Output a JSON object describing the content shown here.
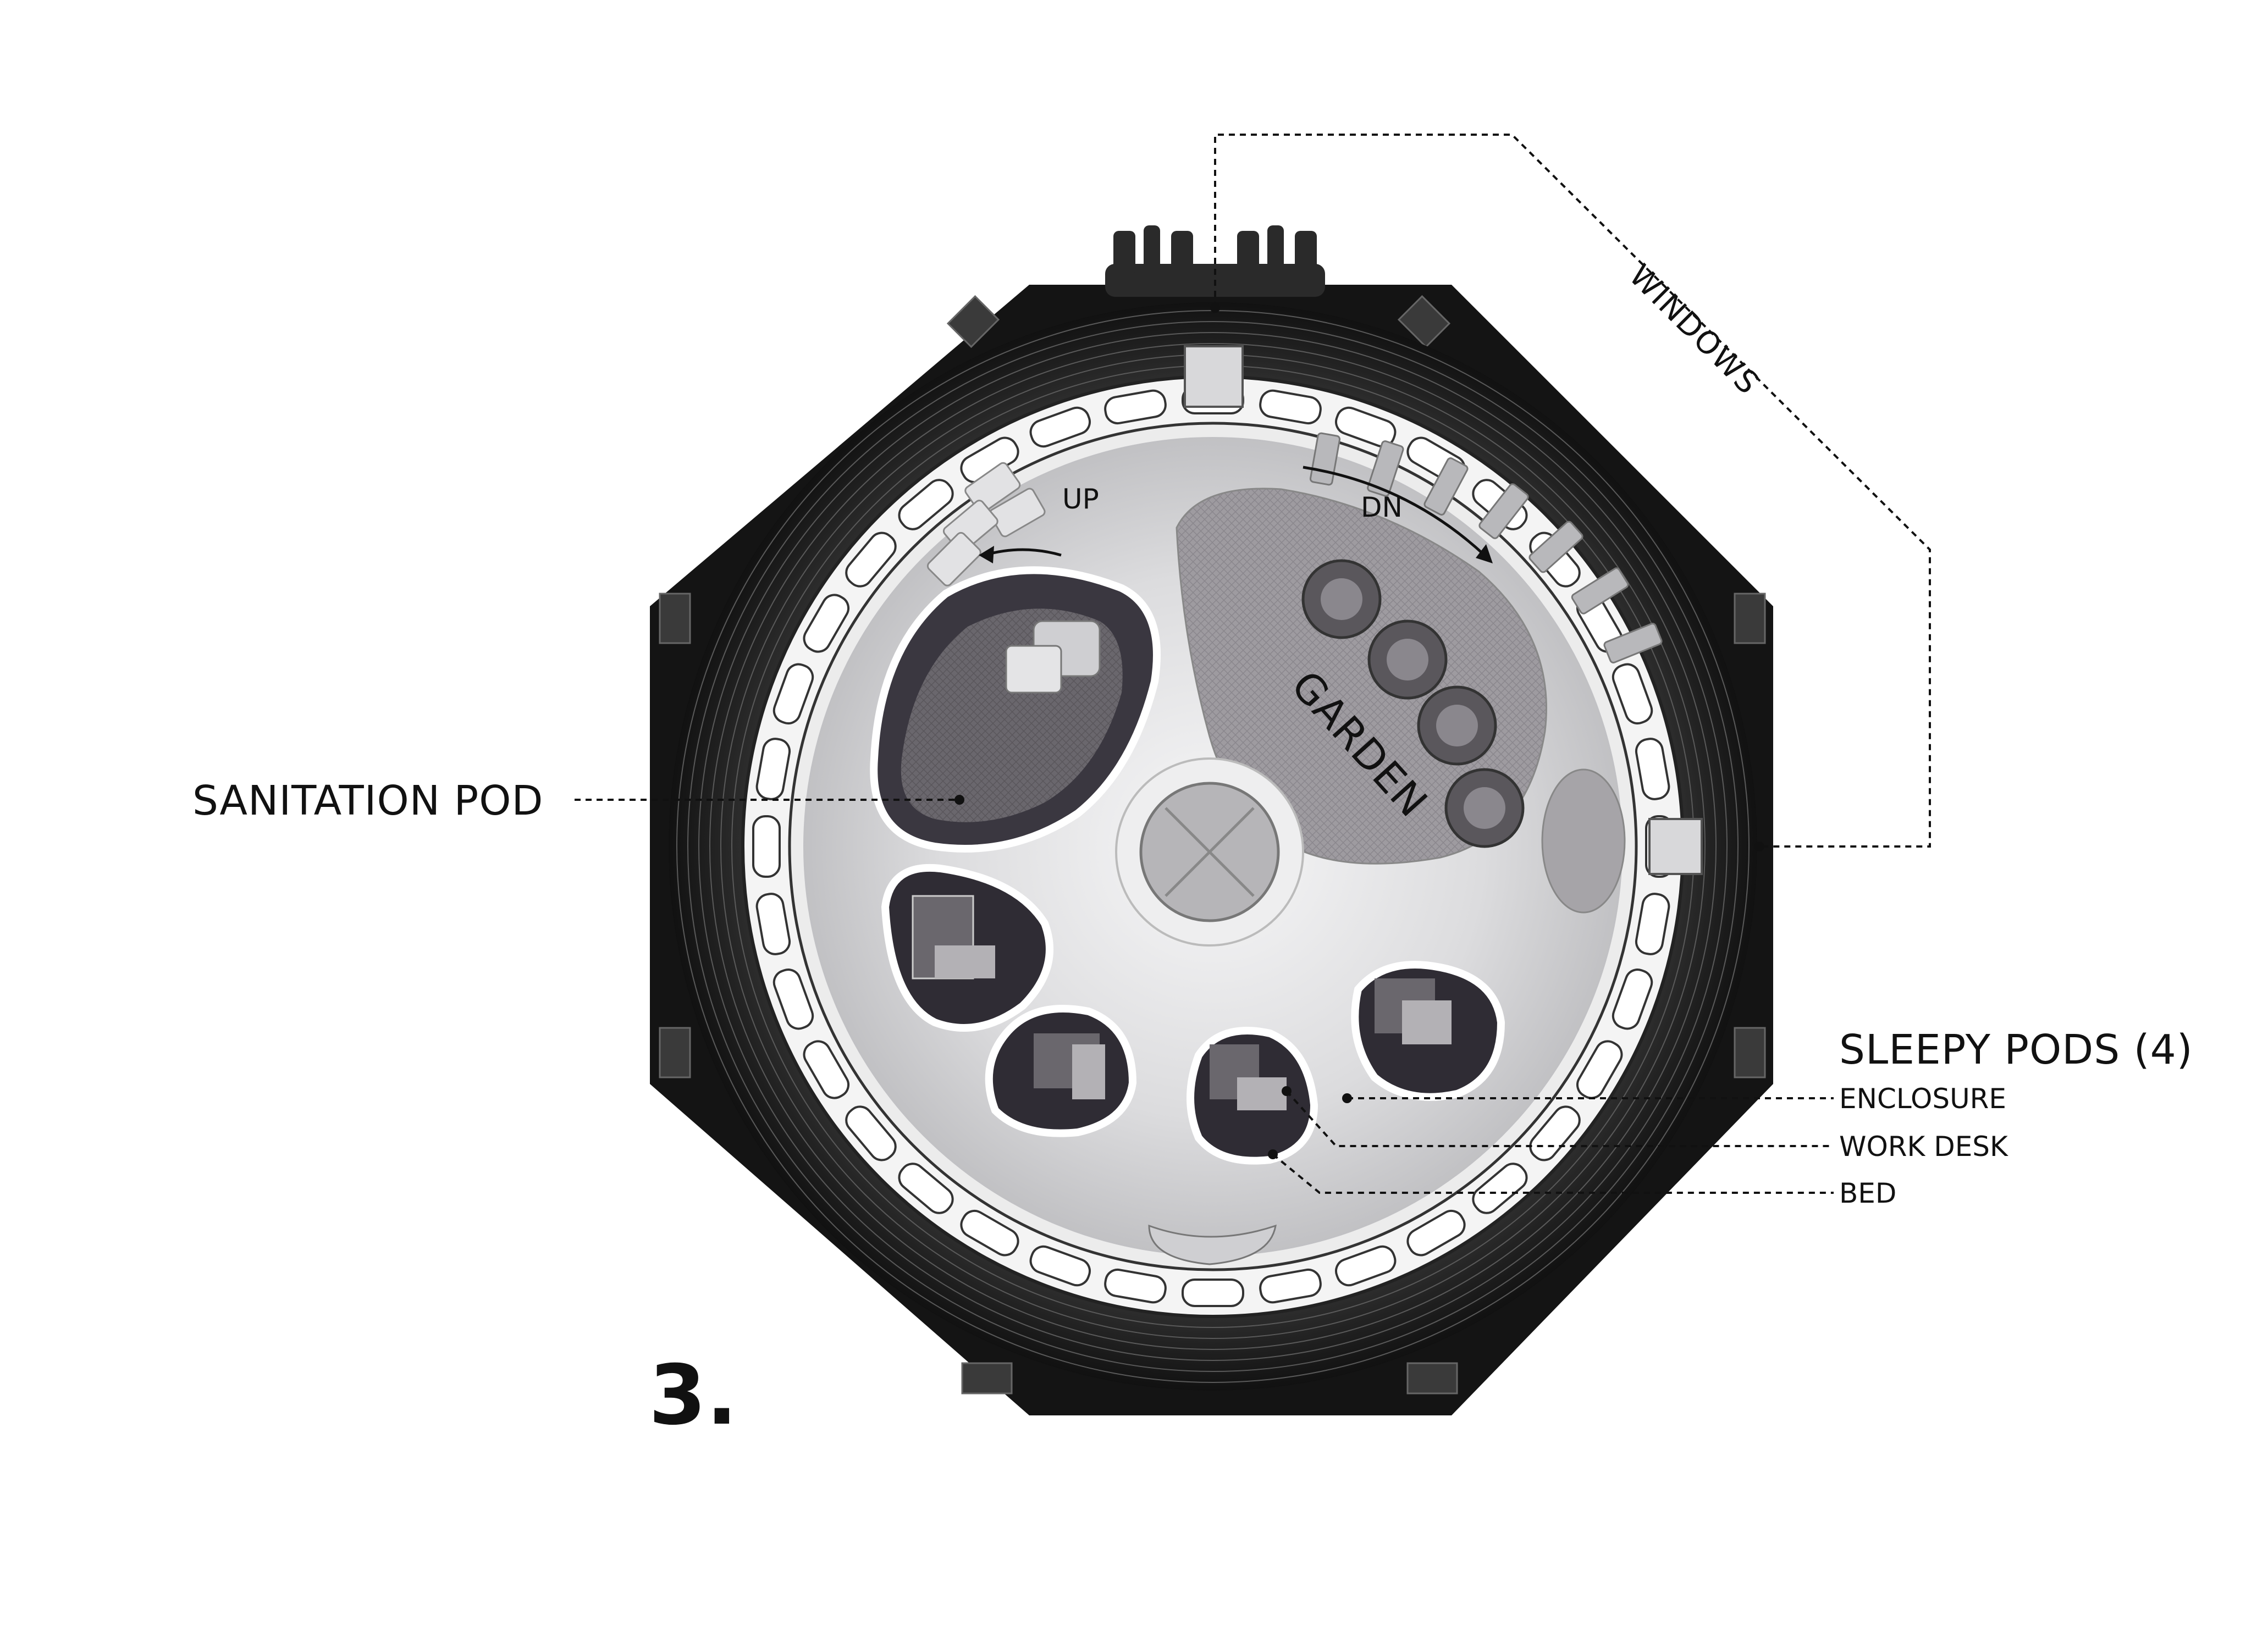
{
  "figure_number": "3.",
  "labels": {
    "windows": "WINDOWS",
    "sanitation_pod": "SANITATION POD",
    "sleepy_pods": "SLEEPY PODS (4)",
    "enclosure": "ENCLOSURE",
    "work_desk": "WORK DESK",
    "bed": "BED",
    "garden": "GARDEN",
    "up": "UP",
    "dn": "DN"
  },
  "colors": {
    "outer_shell": "#1b1b1b",
    "ring_band": "#f4f4f4",
    "interior": "#d6d6d8",
    "pod_fill": "#2f2c34",
    "garden_fill": "#9b989c",
    "text": "#111111"
  }
}
